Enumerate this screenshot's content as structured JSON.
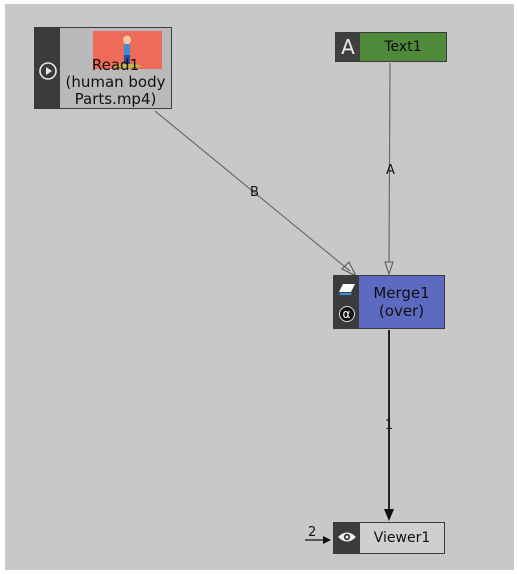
{
  "nodes": {
    "read1": {
      "label": "Read1\n(human body\nParts.mp4)",
      "icon": "play-icon"
    },
    "text1": {
      "label": "Text1",
      "icon_letter": "A"
    },
    "merge1": {
      "label": "Merge1\n(over)",
      "icons": [
        "eraser-icon",
        "alpha-icon"
      ],
      "alpha_glyph": "α"
    },
    "viewer1": {
      "label": "Viewer1",
      "icon": "eye-icon"
    }
  },
  "edges": {
    "read_to_merge": {
      "label": "B"
    },
    "text_to_merge": {
      "label": "A"
    },
    "merge_to_viewer": {
      "label": "1"
    },
    "viewer_input": {
      "label": "2"
    }
  },
  "colors": {
    "canvas": "#c8c8c8",
    "read_node": "#b9b9b9",
    "text_node": "#4e8a3a",
    "merge_node": "#5d6ac2",
    "viewer_node": "#cfcfcf",
    "thumbnail": "#ee6a59"
  }
}
